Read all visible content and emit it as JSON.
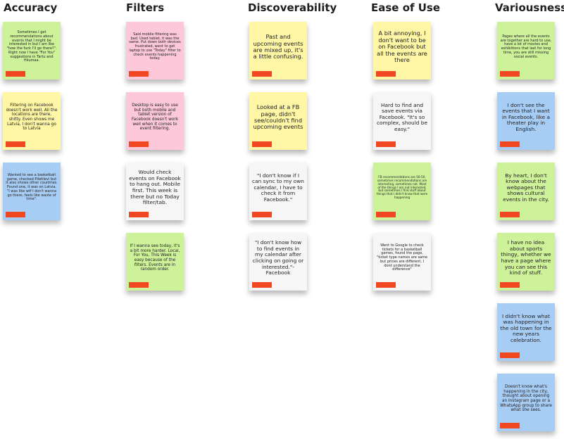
{
  "columns": [
    {
      "title": "Accuracy"
    },
    {
      "title": "Filters"
    },
    {
      "title": "Discoverability"
    },
    {
      "title": "Ease of Use"
    },
    {
      "title": "Variousness"
    }
  ],
  "notes": {
    "accuracy": [
      {
        "text": "Sometimes I get recommendations about events that I might be interested in but I am like \"how the fuck I'll go there?\". Right now I have \"For You\" suggestions in Tartu and Hiiumaa.",
        "color": "#cdf29a"
      },
      {
        "text": "Filtering on Facebook doesn't work well. All the locations are there, shitty. Even shows me Latvia, I don't wanna go to Latvia",
        "color": "#fff6a6"
      },
      {
        "text": "Wanted to see a basketball game, checked Piletilevi but it also shows other countries. Found one, it was on Latvia. \"I was like wtf I don't wanna go there, feels like waste of time\".",
        "color": "#a8cdf5"
      }
    ],
    "filters": [
      {
        "text": "Said mobile filtering was bad. Used tablet, it was the same. Put down both devices frustrated, went to get laptop to use \"Today\" filter to check events happening today.",
        "color": "#fdc8d9"
      },
      {
        "text": "Desktop is easy to use but both mobile and tablet version of Facebook doesn't work well when it comes to event filtering.",
        "color": "#fdc8d9"
      },
      {
        "text": "Would check events on Facebook to hang out. Mobile first. This week is there but no Today filter/tab.",
        "color": "#f6f6f6"
      },
      {
        "text": "If I wanna see today, it's a bit more harder. Local, For You, This Week is easy because of the filters. Events are in random order.",
        "color": "#cdf29a"
      }
    ],
    "discoverability": [
      {
        "text": "Past and upcoming events are mixed up, it's a little confusing.",
        "color": "#fff6a6"
      },
      {
        "text": "Looked at a FB page, didn't see/couldn't find upcoming events",
        "color": "#fff6a6"
      },
      {
        "text": "\"I don't know if I can sync to my own calendar, I have to check it from Facebook.\"",
        "color": "#f6f6f6"
      },
      {
        "text": "\"I don't know how to find events in my calendar after clicking on going or interested.\"- Facebook",
        "color": "#f6f6f6"
      }
    ],
    "ease_of_use": [
      {
        "text": "A bit annoying, I don't want to be on Facebook but all the events are there",
        "color": "#fff6a6"
      },
      {
        "text": "Hard to find and save events via Facebook. \"It's so complex, should be easy.\"",
        "color": "#f6f6f6"
      },
      {
        "text": "FB recommendations are 50-50, sometimes recommendations are interesting, sometimes not. Most of the things I am not interested, but sometimes I find stuff about things that I didn't know that were happening",
        "color": "#cdf29a"
      },
      {
        "text": "Went to Google to check tickets for a basketball games, found the page, \"ticket type names are same but prices are different, I dont understand the difference\"",
        "color": "#f6f6f6"
      }
    ],
    "variousness": [
      {
        "text": "Pages where all the events are together are hard to use, have a lot of movies and exhibitions that last for long time, you are still missing social events.",
        "color": "#cdf29a"
      },
      {
        "text": "I don't see the events that I want in Facebook, like a theater play in English.",
        "color": "#a8cdf5"
      },
      {
        "text": "By heart, I don't know about the webpages that shows cultural events in the city.",
        "color": "#cdf29a"
      },
      {
        "text": "I have no idea about sports thingy, whether we have a page where you can see this kind of stuff.",
        "color": "#cdf29a"
      },
      {
        "text": "I didn't know what was happening in the old town for the new years celebration.",
        "color": "#a8cdf5"
      },
      {
        "text": "Doesn't know what's happening in the city, thought about opening an Instagram page or a WhatsApp group to share what she sees.",
        "color": "#a8cdf5"
      }
    ]
  },
  "tag_color": "#f24822"
}
